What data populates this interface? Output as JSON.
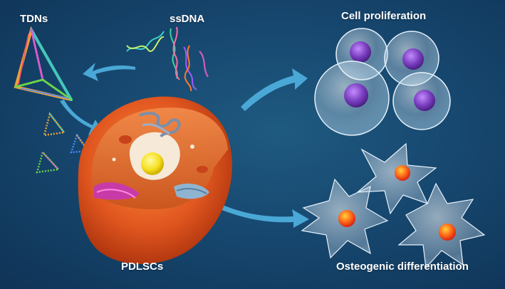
{
  "labels": {
    "tdns": "TDNs",
    "ssdna": "ssDNA",
    "cell_proliferation": "Cell proliferation",
    "pdlscs": "PDLSCs",
    "osteogenic_differentiation": "Osteogenic differentiation"
  },
  "colors": {
    "background": "#174870",
    "arrow": "#4aa8d6",
    "cell_body": "#e0561f",
    "nucleus_yellow": "#f5e020",
    "prolif_nucleus": "#7a3fc0",
    "osteo_nucleus": "#ff6a1a"
  },
  "icons": [
    "dna-helix-icon",
    "tetrahedral-dna-icon",
    "stem-cell-icon",
    "proliferating-cell-icon",
    "osteoblast-icon",
    "arrow-icon"
  ]
}
